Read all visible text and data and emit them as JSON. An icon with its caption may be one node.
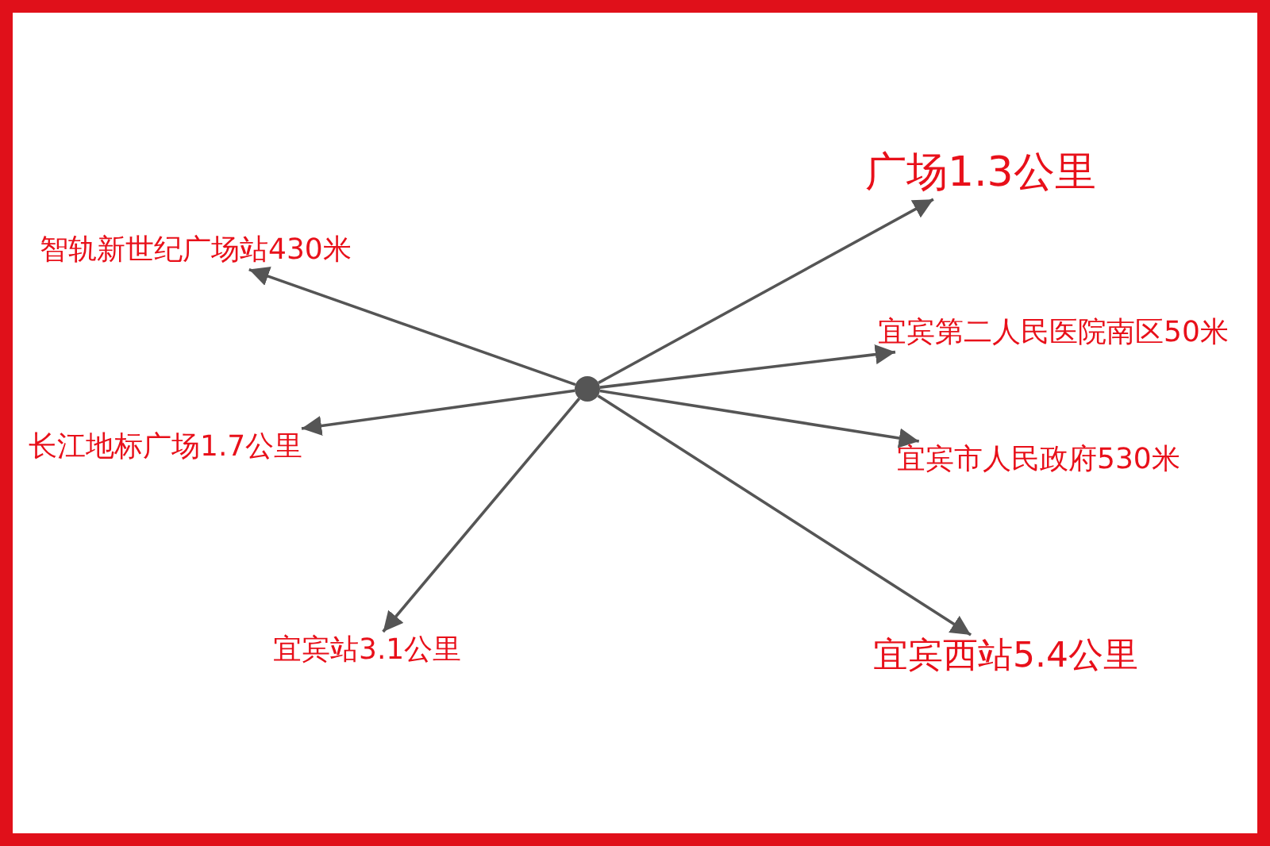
{
  "diagram": {
    "nodes": [
      {
        "text": [],
        "shape": "circle"
      },
      {
        "text": [
          "广场1.3公里"
        ]
      },
      {
        "text": [
          "智轨新世纪广场站430米"
        ]
      },
      {
        "text": [
          "宜宾第二人民医院南区50米"
        ]
      },
      {
        "text": [
          "长江地标广场1.7公里"
        ]
      },
      {
        "text": [
          "宜宾市人民政府530米"
        ]
      },
      {
        "text": [
          "宜宾站3.1公里"
        ]
      },
      {
        "text": [
          "宜宾西站5.4公里"
        ]
      }
    ],
    "edges": [
      {
        "from": 0,
        "to": 1,
        "arrow": "to"
      },
      {
        "from": 0,
        "to": 2,
        "arrow": "to"
      },
      {
        "from": 0,
        "to": 3,
        "arrow": "to"
      },
      {
        "from": 0,
        "to": 4,
        "arrow": "to"
      },
      {
        "from": 0,
        "to": 5,
        "arrow": "to"
      },
      {
        "from": 0,
        "to": 6,
        "arrow": "to"
      },
      {
        "from": 0,
        "to": 7,
        "arrow": "to"
      }
    ]
  }
}
